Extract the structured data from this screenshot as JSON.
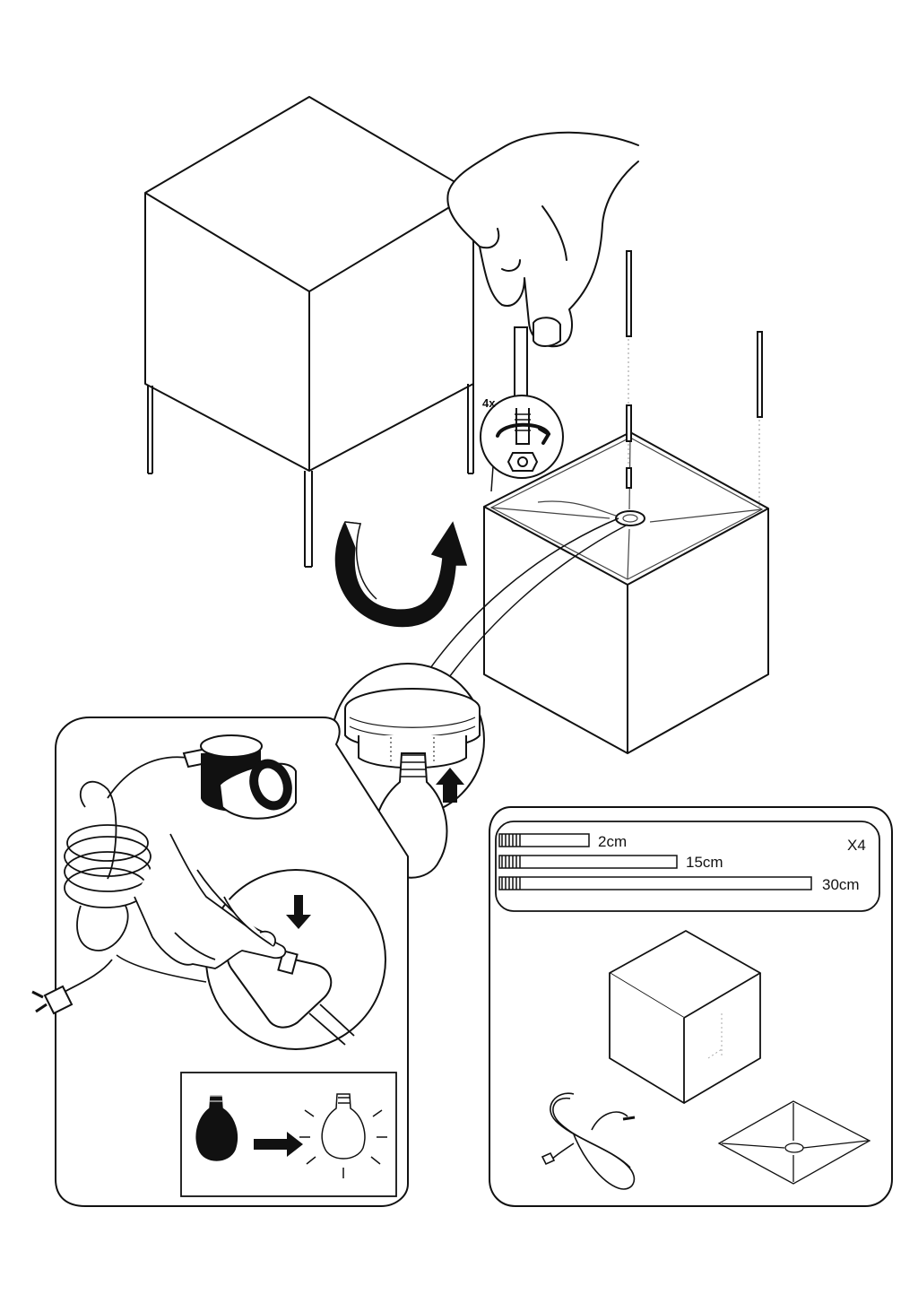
{
  "step": {
    "quantity_label": "4x"
  },
  "parts": {
    "multiplier_label": "X4",
    "rods": [
      {
        "label": "2cm"
      },
      {
        "label": "15cm"
      },
      {
        "label": "30cm"
      }
    ]
  },
  "colors": {
    "ink": "#111111",
    "paper": "#ffffff",
    "light_grey": "#888888"
  },
  "icons": [
    "hand-icon",
    "rotate-arrow-icon",
    "up-arrow-icon",
    "down-arrow-icon",
    "right-arrow-icon",
    "light-bulb-icon",
    "plug-icon"
  ]
}
